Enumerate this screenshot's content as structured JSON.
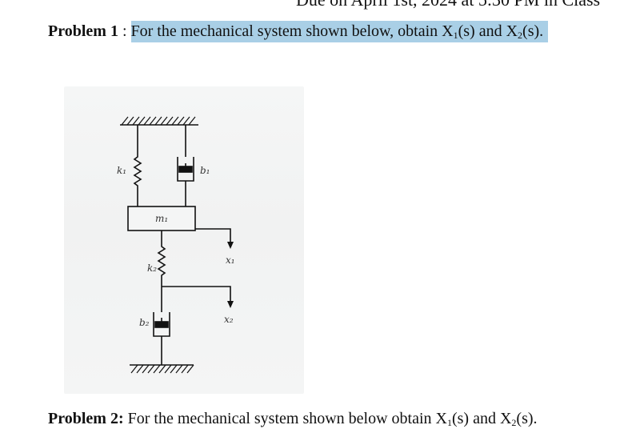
{
  "header": {
    "cut_text": "Due on April 1st, 2024 at 5:30 PM in Class"
  },
  "problem1": {
    "label": "Problem 1",
    "separator": ":",
    "text_pre": "For the mechanical system shown below, obtain X",
    "sub1": "1",
    "text_mid": "(s) and X",
    "sub2": "2",
    "text_post": "(s)."
  },
  "figure": {
    "label_k1": "k₁",
    "label_b1": "b₁",
    "label_m1": "m₁",
    "label_x1": "x₁",
    "label_k2": "k₂",
    "label_b2": "b₂",
    "label_x2": "x₂"
  },
  "problem2": {
    "label": "Problem 2:",
    "text_pre": "For the mechanical system shown below obtain X",
    "sub1": "1",
    "text_mid": "(s) and X",
    "sub2": "2",
    "text_post": "(s)."
  }
}
